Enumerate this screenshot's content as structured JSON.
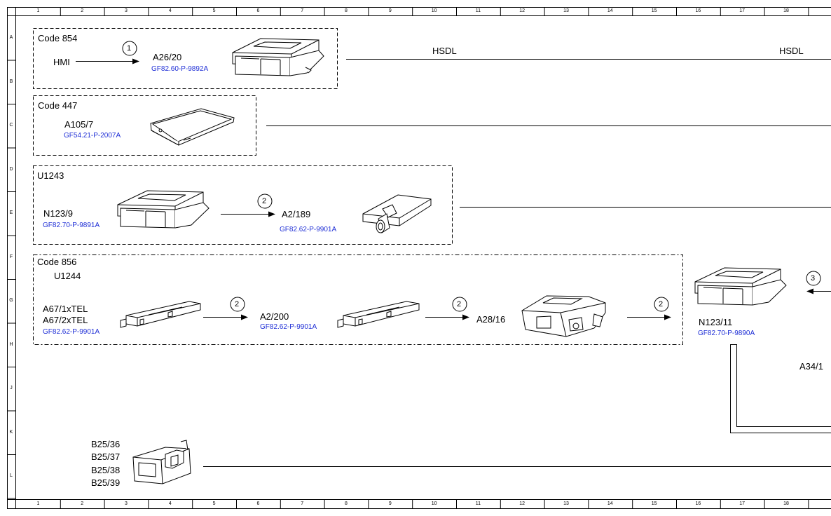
{
  "grid": {
    "columns": [
      "1",
      "2",
      "3",
      "4",
      "5",
      "6",
      "7",
      "8",
      "9",
      "10",
      "11",
      "12",
      "13",
      "14",
      "15",
      "16",
      "17",
      "18"
    ],
    "rows": [
      "A",
      "B",
      "C",
      "D",
      "E",
      "F",
      "G",
      "H",
      "J",
      "K",
      "L"
    ]
  },
  "groups": {
    "code854": {
      "title": "Code 854"
    },
    "code447": {
      "title": "Code 447"
    },
    "u1243": {
      "title": "U1243"
    },
    "code856": {
      "title": "Code 856",
      "subtitle": "U1244"
    }
  },
  "components": {
    "hmi": {
      "label": "HMI"
    },
    "a26_20": {
      "label": "A26/20",
      "ref": "GF82.60-P-9892A"
    },
    "a105_7": {
      "label": "A105/7",
      "ref": "GF54.21-P-2007A"
    },
    "n123_9": {
      "label": "N123/9",
      "ref": "GF82.70-P-9891A"
    },
    "a2_189": {
      "label": "A2/189",
      "ref": "GF82.62-P-9901A"
    },
    "a67": {
      "label1": "A67/1xTEL",
      "label2": "A67/2xTEL",
      "ref": "GF82.62-P-9901A"
    },
    "a2_200": {
      "label": "A2/200",
      "ref": "GF82.62-P-9901A"
    },
    "a28_16": {
      "label": "A28/16"
    },
    "n123_11": {
      "label": "N123/11",
      "ref": "GF82.70-P-9890A"
    },
    "a34": {
      "label": "A34/1"
    },
    "b25": {
      "labels": [
        "B25/36",
        "B25/37",
        "B25/38",
        "B25/39"
      ]
    }
  },
  "lines": {
    "hsdl1": "HSDL",
    "hsdl2": "HSDL"
  },
  "callouts": {
    "c1": "1",
    "c2": "2",
    "c3": "3"
  }
}
